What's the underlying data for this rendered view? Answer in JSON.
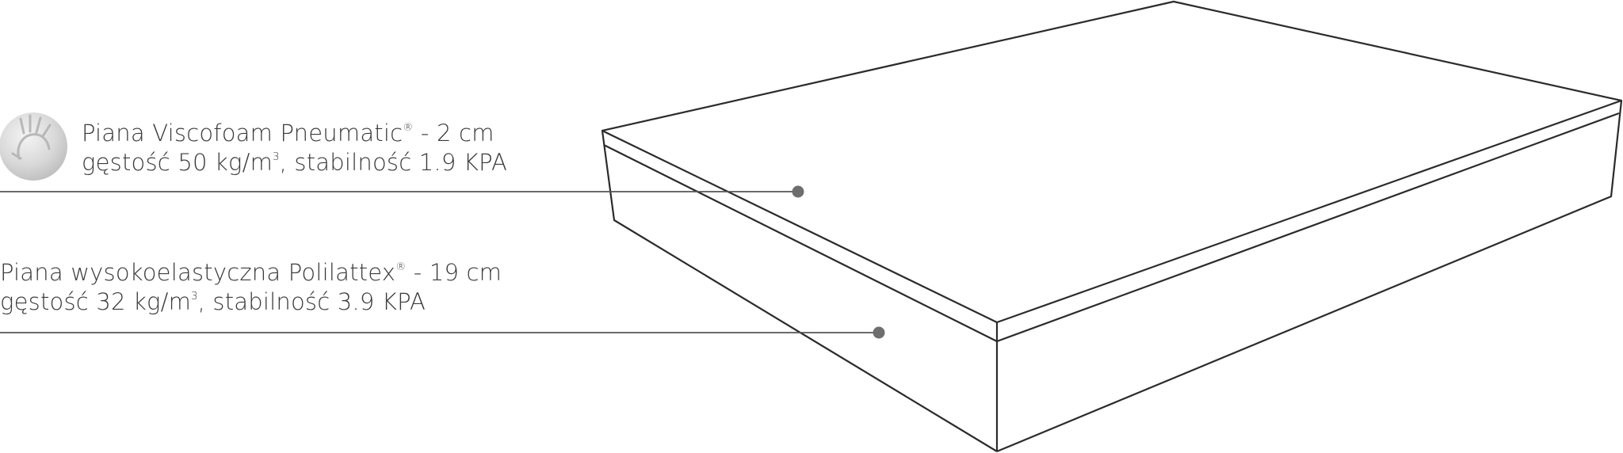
{
  "layers": [
    {
      "name_text": "Piana Viscofoam Pneumatic",
      "name_mark": "®",
      "thickness": " - 2 cm",
      "density_text": "gęstość 50 kg/m",
      "density_exp": "3",
      "stability": ", stabilność 1.9 KPA",
      "icon": "handprint-foam-icon"
    },
    {
      "name_text": "Piana wysokoelastyczna Polilattex",
      "name_mark": "®",
      "thickness": " - 19 cm",
      "density_text": "gęstość 32 kg/m",
      "density_exp": "3",
      "stability": ", stabilność 3.9 KPA"
    }
  ],
  "colors": {
    "outline": "#2b2b2b",
    "leader": "#555555",
    "dot": "#6e6e6e",
    "text": "#3a3a3a"
  }
}
